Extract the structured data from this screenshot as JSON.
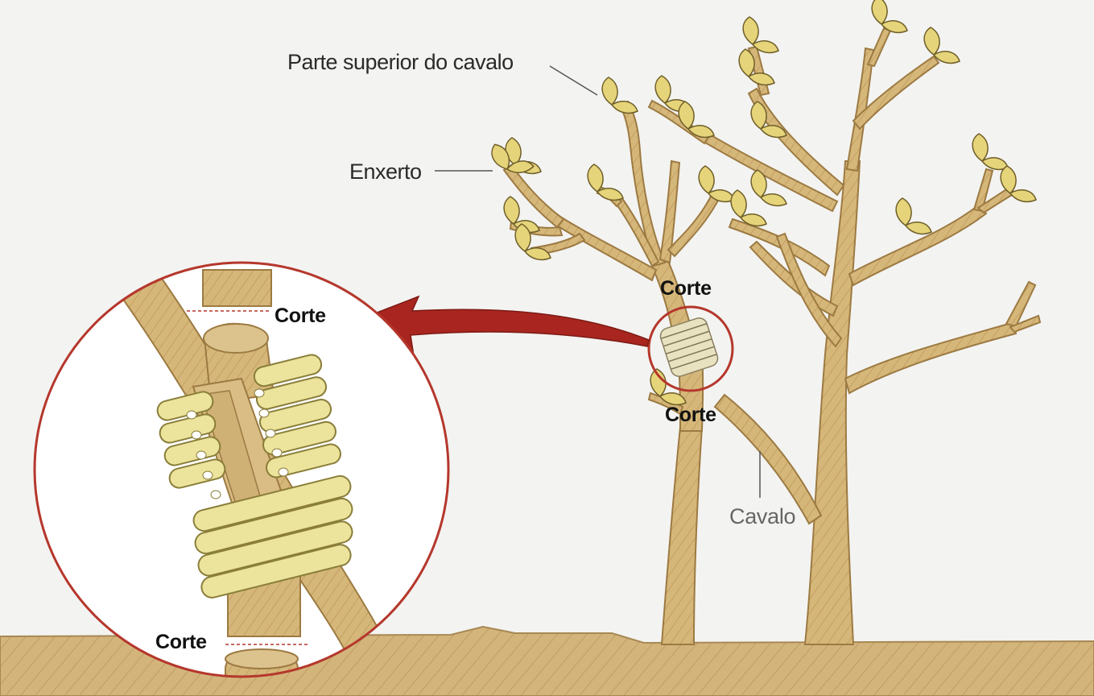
{
  "labels": {
    "upper_part": "Parte superior do cavalo",
    "graft": "Enxerto",
    "cut_top": "Corte",
    "cut_bottom": "Corte",
    "rootstock": "Cavalo",
    "detail_cut_top": "Corte",
    "detail_cut_bottom": "Corte"
  },
  "colors": {
    "background": "#f3f3f1",
    "wood": "#d6b77a",
    "wood_dark": "#b08a4a",
    "leaf": "#e6d47a",
    "binding": "#ece39c",
    "arrow": "#a8261f",
    "circle_stroke": "#b5372c",
    "ground": "#d3b57c"
  }
}
